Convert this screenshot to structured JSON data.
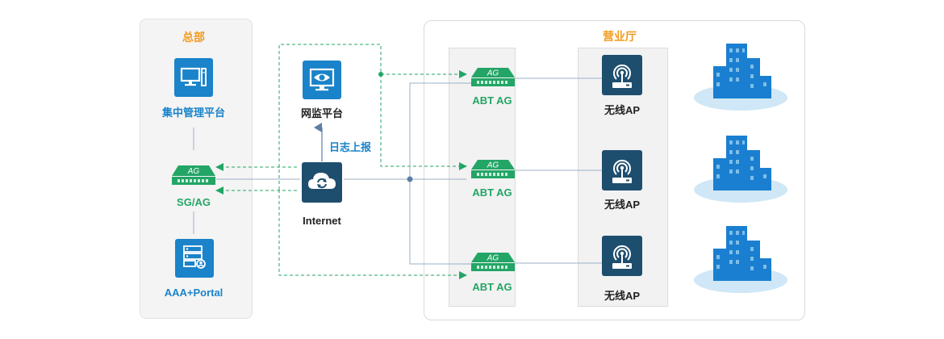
{
  "headquarters": {
    "title": "总部",
    "management_platform": "集中管理平台",
    "gateway": "SG/AG",
    "auth": "AAA+Portal"
  },
  "center": {
    "monitor_platform": "网监平台",
    "log_report": "日志上报",
    "internet": "Internet"
  },
  "branch": {
    "title": "营业厅",
    "abt_ag": [
      "ABT AG",
      "ABT AG",
      "ABT AG"
    ],
    "wireless_ap": [
      "无线AP",
      "无线AP",
      "无线AP"
    ]
  },
  "device_badge": "AG",
  "colors": {
    "orange": "#f29b1f",
    "blue": "#1a83c9",
    "green": "#23a566",
    "dark_tile": "#1e4e6e",
    "building": "#1a7fd0",
    "building_base": "#cfe7f6",
    "solid_line": "#9bb0c6",
    "dashed_line": "#23a566"
  },
  "icons": [
    "monitor-icon",
    "eye-monitor-icon",
    "cloud-sync-icon",
    "server-user-icon",
    "router-ag-icon",
    "wireless-ap-icon",
    "building-icon"
  ]
}
